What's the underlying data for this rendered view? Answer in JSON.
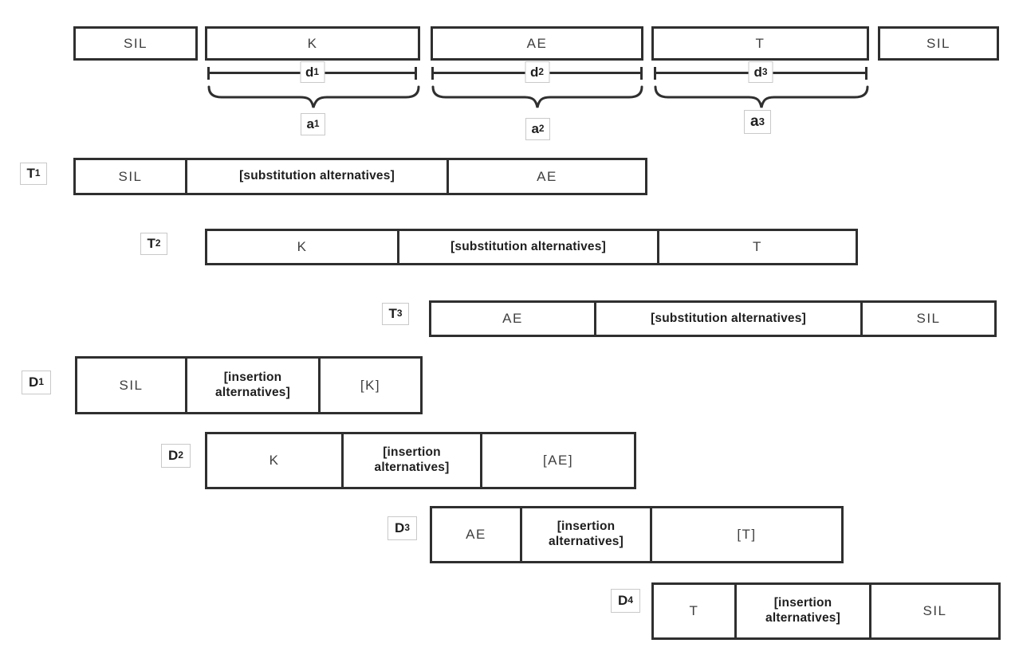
{
  "colors": {
    "line": "#2f2f2f",
    "phone_text": "#3f3f3f",
    "alt_text": "#1e1e1e",
    "label_box_border": "#c9c9c9",
    "background": "#ffffff"
  },
  "top_row": {
    "boxes": [
      {
        "label": "SIL"
      },
      {
        "label": "K"
      },
      {
        "label": "AE"
      },
      {
        "label": "T"
      },
      {
        "label": "SIL"
      }
    ]
  },
  "durations": [
    {
      "base": "d",
      "sub": "1"
    },
    {
      "base": "d",
      "sub": "2"
    },
    {
      "base": "d",
      "sub": "3"
    }
  ],
  "alignments": [
    {
      "base": "a",
      "sub": "1"
    },
    {
      "base": "a",
      "sub": "2"
    },
    {
      "base": "a",
      "sub": "3"
    }
  ],
  "rows": [
    {
      "label": {
        "base": "T",
        "sub": "1"
      },
      "cells": [
        "SIL",
        "[substitution alternatives]",
        "AE"
      ]
    },
    {
      "label": {
        "base": "T",
        "sub": "2"
      },
      "cells": [
        "K",
        "[substitution alternatives]",
        "T"
      ]
    },
    {
      "label": {
        "base": "T",
        "sub": "3"
      },
      "cells": [
        "AE",
        "[substitution alternatives]",
        "SIL"
      ]
    },
    {
      "label": {
        "base": "D",
        "sub": "1"
      },
      "cells": [
        "SIL",
        "[insertion alternatives]",
        "[K]"
      ]
    },
    {
      "label": {
        "base": "D",
        "sub": "2"
      },
      "cells": [
        "K",
        "[insertion alternatives]",
        "[AE]"
      ]
    },
    {
      "label": {
        "base": "D",
        "sub": "3"
      },
      "cells": [
        "AE",
        "[insertion alternatives]",
        "[T]"
      ]
    },
    {
      "label": {
        "base": "D",
        "sub": "4"
      },
      "cells": [
        "T",
        "[insertion alternatives]",
        "SIL"
      ]
    }
  ]
}
